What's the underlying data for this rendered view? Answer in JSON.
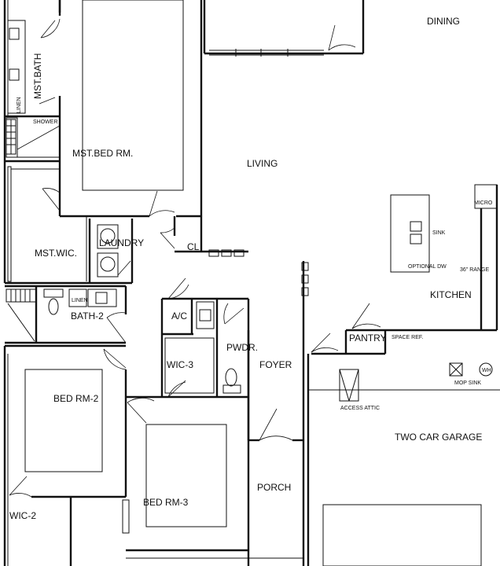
{
  "rooms": {
    "dining": "DINING",
    "mst_bath": "MST.BATH",
    "linen_top": "LINEN",
    "shower": "SHOWER",
    "mst_bed": "MST.BED RM.",
    "living": "LIVING",
    "laundry": "LAUNDRY",
    "cl": "CL",
    "mst_wic": "MST.WIC.",
    "linen_bath2": "LINEN",
    "bath2": "BATH-2",
    "ac": "A/C",
    "pwdr": "PWDR.",
    "wic3": "WIC-3",
    "foyer": "FOYER",
    "bed2": "BED RM-2",
    "bed3": "BED RM-3",
    "wic2": "WIC-2",
    "porch": "PORCH",
    "kitchen": "KITCHEN",
    "pantry": "PANTRY",
    "garage": "TWO CAR GARAGE"
  },
  "fixtures": {
    "micro": "MICRO",
    "sink": "SINK",
    "optional_dw": "OPTIONAL DW",
    "range": "36\" RANGE",
    "space_ref": "SPACE REF.",
    "access_attic": "ACCESS ATTIC",
    "mop_sink": "MOP SINK",
    "water_heater": "WH"
  },
  "colors": {
    "line": "#111111",
    "background": "#ffffff"
  }
}
